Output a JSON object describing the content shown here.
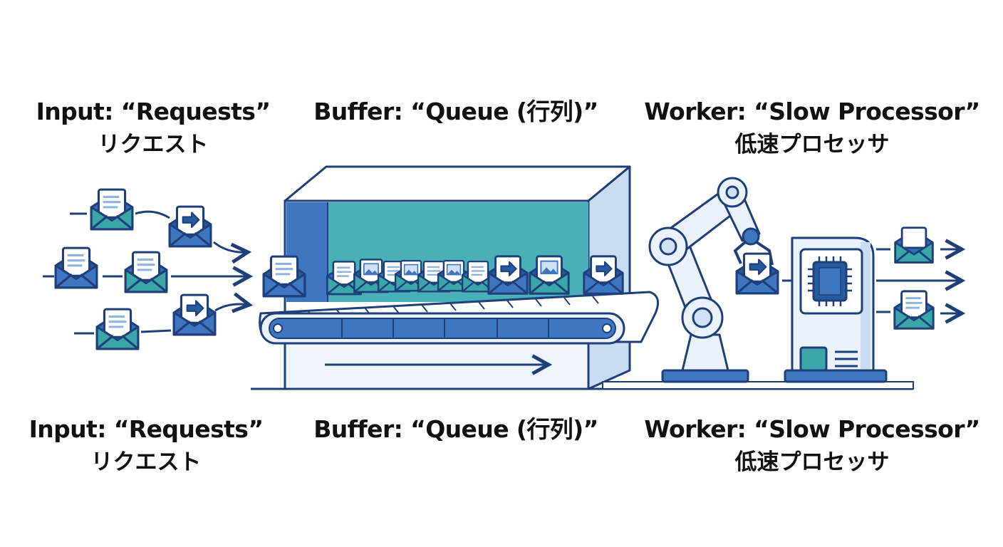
{
  "labels_top": {
    "input_en": "Input: “Requests”",
    "input_jp": "リクエスト",
    "buffer_en": "Buffer: “Queue (行列)”",
    "worker_en": "Worker: “Slow Processor”",
    "worker_jp": "低速プロセッサ"
  },
  "labels_bottom": {
    "input_en": "Input: “Requests”",
    "input_jp": "リクエスト",
    "buffer_en": "Buffer: “Queue (行列)”",
    "worker_en": "Worker: “Slow Processor”",
    "worker_jp": "低速プロセッサ"
  },
  "colors": {
    "navy": "#1f3f7a",
    "blue": "#3f76c0",
    "teal": "#3aa6a8",
    "light_blue": "#d6e6f7",
    "pale": "#eef4fb"
  }
}
